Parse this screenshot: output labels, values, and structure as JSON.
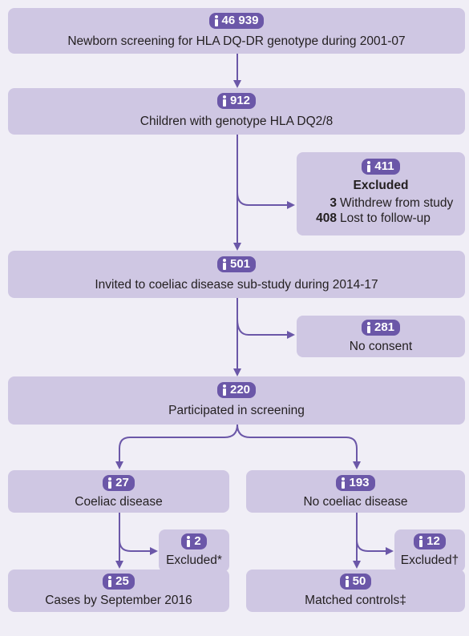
{
  "boxes": {
    "newborn": {
      "count": "46 939",
      "label": "Newborn screening for HLA DQ-DR genotype during 2001-07"
    },
    "genotype": {
      "count": "912",
      "label": "Children with genotype HLA DQ2/8"
    },
    "excluded_main": {
      "count": "411",
      "title": "Excluded",
      "items": [
        {
          "num": "3",
          "text": "Withdrew from study"
        },
        {
          "num": "408",
          "text": "Lost to follow-up"
        }
      ]
    },
    "invited": {
      "count": "501",
      "label": "Invited to coeliac disease sub-study during 2014-17"
    },
    "no_consent": {
      "count": "281",
      "label": "No consent"
    },
    "participated": {
      "count": "220",
      "label": "Participated in screening"
    },
    "coeliac": {
      "count": "27",
      "label": "Coeliac disease"
    },
    "no_coeliac": {
      "count": "193",
      "label": "No coeliac disease"
    },
    "excluded_cases": {
      "count": "2",
      "label": "Excluded*"
    },
    "excluded_controls": {
      "count": "12",
      "label": "Excluded†"
    },
    "cases": {
      "count": "25",
      "label": "Cases by September 2016"
    },
    "controls": {
      "count": "50",
      "label": "Matched controls‡"
    }
  },
  "colors": {
    "box": "#cfc7e3",
    "badge": "#6b57a8",
    "arrow": "#6b57a8",
    "background": "#f0eef6"
  },
  "icons": {
    "badge_icon": "person-icon"
  }
}
